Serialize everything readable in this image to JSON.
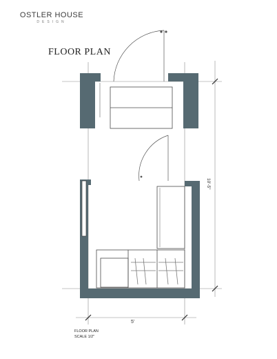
{
  "brand": {
    "name": "OSTLER HOUSE",
    "subtitle": "DESIGN"
  },
  "title": "FLOOR PLAN",
  "caption": {
    "line1": "FLOOR PLAN",
    "line2": "SCALE 1/2\""
  },
  "dimensions": {
    "width": "5'",
    "height": "10'-5\""
  },
  "colors": {
    "wall": "#566a72",
    "line": "#6e6e6e",
    "ink": "#2a2a2a"
  }
}
